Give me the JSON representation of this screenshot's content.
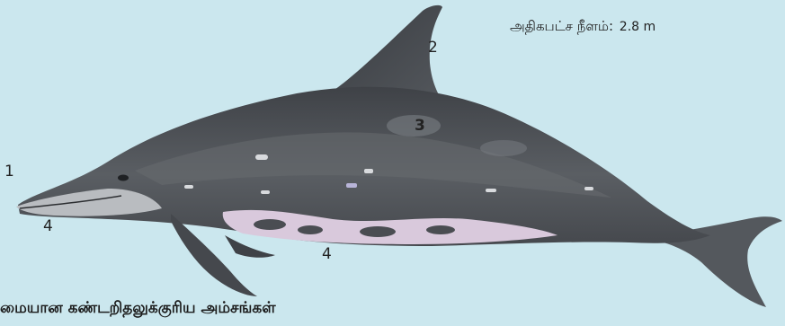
{
  "length_info": {
    "label": "அதிகபட்ச நீளம்",
    "separator": ":",
    "value": "2.8 m"
  },
  "markers": [
    "1",
    "2",
    "3",
    "4",
    "4"
  ],
  "caption": "மையான கண்டறிதலுக்குரிய அம்சங்கள்",
  "colors": {
    "background": "#cbe7ee",
    "body_dark": "#4a4d52",
    "body_mid": "#62666b",
    "belly_pink": "#d9c9dc",
    "snout_light": "#b9bcc0"
  }
}
